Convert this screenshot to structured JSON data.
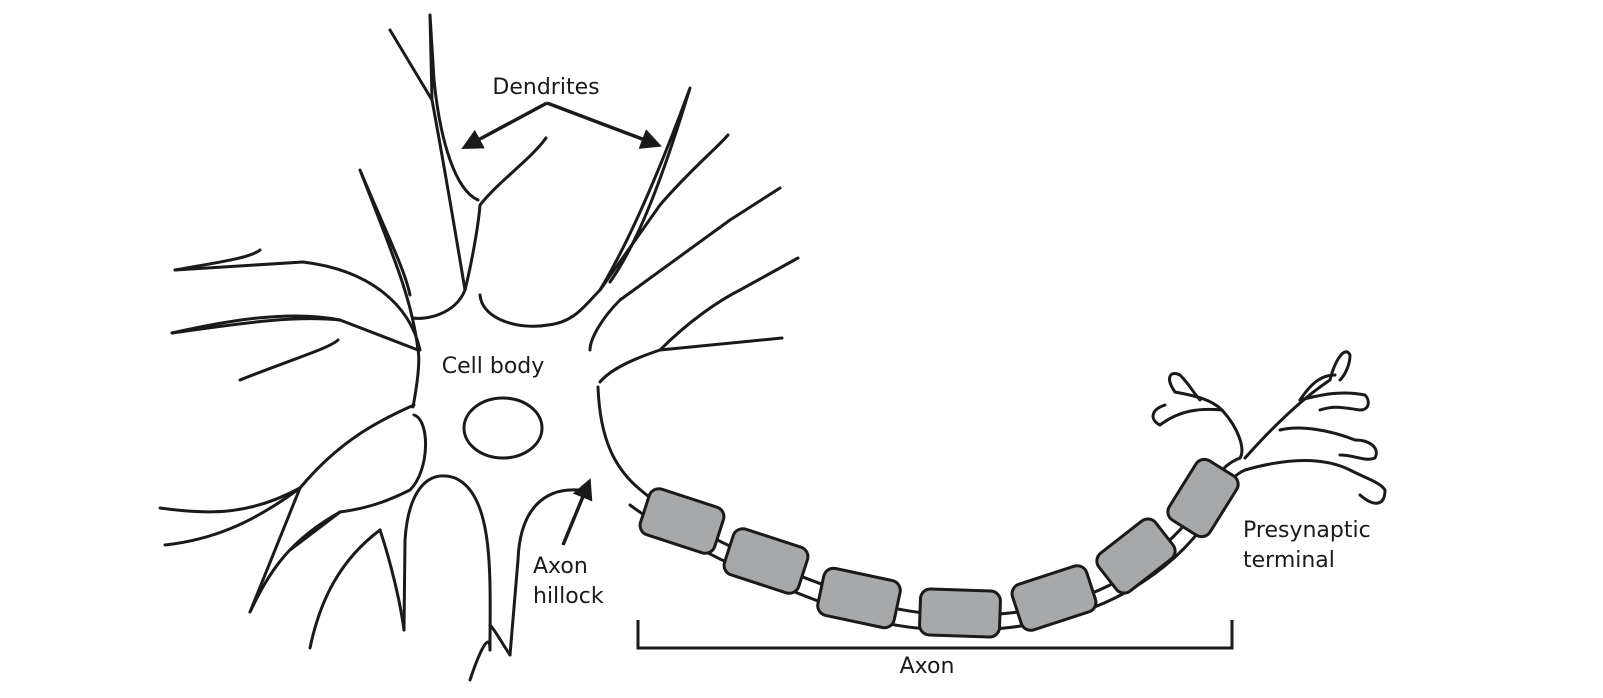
{
  "labels": {
    "dendrites": "Dendrites",
    "cell_body": "Cell body",
    "axon_hillock_line1": "Axon",
    "axon_hillock_line2": "hillock",
    "axon": "Axon",
    "presynaptic_line1": "Presynaptic",
    "presynaptic_line2": "terminal"
  },
  "colors": {
    "outline": "#1a1a1a",
    "myelin_fill": "#a7a8aa",
    "background": "#ffffff"
  }
}
